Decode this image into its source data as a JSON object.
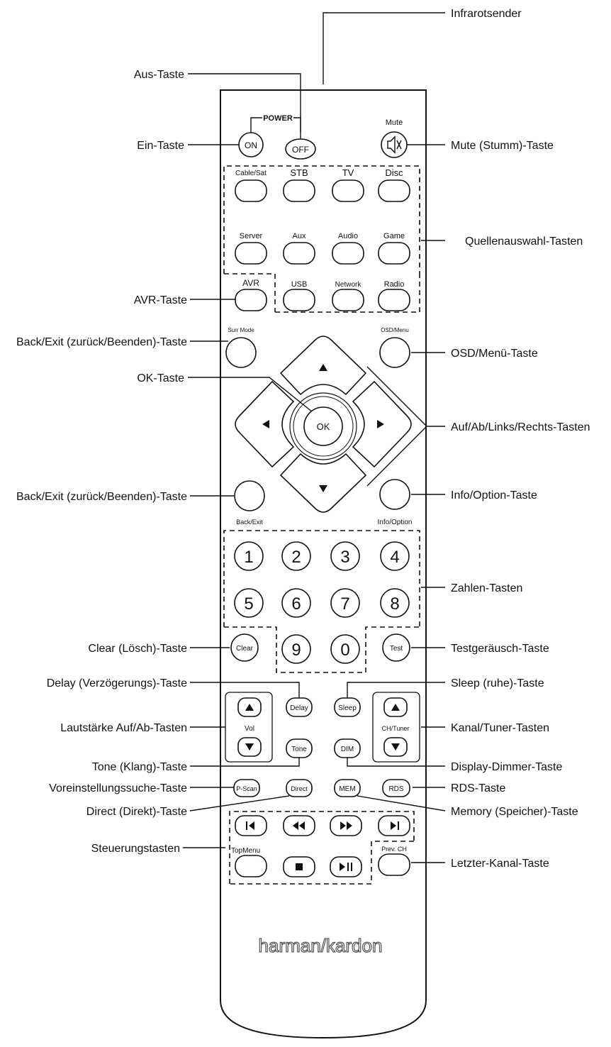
{
  "callouts": {
    "infrarotsender": "Infrarotsender",
    "aus_taste": "Aus-Taste",
    "ein_taste": "Ein-Taste",
    "mute_taste": "Mute (Stumm)-Taste",
    "quellenauswahl": "Quellenauswahl-Tasten",
    "avr_taste": "AVR-Taste",
    "back_exit_top": "Back/Exit (zurück/Beenden)-Taste",
    "osd_menu": "OSD/Menü-Taste",
    "ok_taste": "OK-Taste",
    "auf_ab": "Auf/Ab/Links/Rechts-Tasten",
    "back_exit_bottom": "Back/Exit (zurück/Beenden)-Taste",
    "info_option": "Info/Option-Taste",
    "zahlen": "Zahlen-Tasten",
    "clear": "Clear (Lösch)-Taste",
    "testgeraeusch": "Testgeräusch-Taste",
    "delay": "Delay (Verzögerungs)-Taste",
    "sleep": "Sleep (ruhe)-Taste",
    "lautstaerke": "Lautstärke Auf/Ab-Tasten",
    "kanal_tuner": "Kanal/Tuner-Tasten",
    "tone": "Tone (Klang)-Taste",
    "display_dimmer": "Display-Dimmer-Taste",
    "voreinstellung": "Voreinstellungssuche-Taste",
    "rds": "RDS-Taste",
    "direct": "Direct (Direkt)-Taste",
    "memory": "Memory (Speicher)-Taste",
    "steuerung": "Steuerungstasten",
    "letzter_kanal": "Letzter-Kanal-Taste"
  },
  "remote": {
    "power_label": "POWER",
    "mute_label": "Mute",
    "on": "ON",
    "off": "OFF",
    "sources": {
      "cable_sat": "Cable/Sat",
      "stb": "STB",
      "tv": "TV",
      "disc": "Disc",
      "server": "Server",
      "aux": "Aux",
      "audio": "Audio",
      "game": "Game",
      "avr": "AVR",
      "usb": "USB",
      "network": "Network",
      "radio": "Radio"
    },
    "surr_mode": "Surr Mode",
    "osd_menu": "OSD/Menu",
    "ok": "OK",
    "back_exit": "Back/Exit",
    "info_option": "Info/Option",
    "digits": [
      "1",
      "2",
      "3",
      "4",
      "5",
      "6",
      "7",
      "8"
    ],
    "nine": "9",
    "zero": "0",
    "clear": "Clear",
    "test": "Test",
    "delay": "Delay",
    "sleep": "Sleep",
    "vol": "Vol",
    "ch_tuner": "CH/Tuner",
    "tone": "Tone",
    "dim": "DIM",
    "pscan": "P-Scan",
    "direct": "Direct",
    "mem": "MEM",
    "rds": "RDS",
    "top_menu": "TopMenu",
    "prev_ch": "Prev. CH",
    "brand": "harman/kardon"
  }
}
